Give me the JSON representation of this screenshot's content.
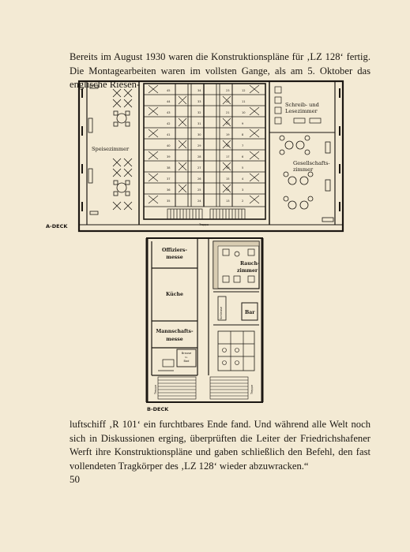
{
  "text": {
    "top_paragraph": "Bereits im August 1930 waren die Konstruktionspläne für ‚LZ 128‘ fertig. Die Montagearbeiten waren im vollsten Gange, als am 5. Oktober das englische Riesen-",
    "bottom_paragraph": "luftschiff ‚R 101‘ ein furchtbares Ende fand. Und während alle Welt noch sich in Diskussionen erging, überprüften die Leiter der Friedrichshafener Werft ihre Konstruktionspläne und gaben schließlich den Befehl, den fast vollendeten Tragkörper des ‚LZ 128‘ wieder abzuwracken.“",
    "page_number": "50"
  },
  "plan": {
    "a_deck": {
      "label": "A-DECK",
      "dining_room": "Speisezimmer",
      "writing_room_1": "Schreib- und",
      "writing_room_2": "Lesezimmer",
      "lounge_1": "Gesellschafts-",
      "lounge_2": "zimmer",
      "stairs": "Treppe",
      "cabins": {
        "col1": [
          "45",
          "44",
          "43",
          "42",
          "41",
          "40",
          "39",
          "38",
          "37",
          "36",
          "35"
        ],
        "col2": [
          "34",
          "33",
          "32",
          "31",
          "30",
          "29",
          "28",
          "27",
          "26",
          "25",
          "24"
        ],
        "col3": [
          "23",
          "22",
          "21",
          "20",
          "19",
          "18",
          "17",
          "16",
          "15",
          "14",
          "13"
        ],
        "col4": [
          "12",
          "11",
          "10",
          "9",
          "8",
          "7",
          "6",
          "5",
          "4",
          "3",
          "2"
        ]
      }
    },
    "b_deck": {
      "label": "B-DECK",
      "officers_mess_1": "Offiziers-",
      "officers_mess_2": "messe",
      "kitchen": "Küche",
      "crew_mess_1": "Mannschafts-",
      "crew_mess_2": "messe",
      "shower_1": "Brause",
      "shower_2": "u.",
      "shower_3": "Bad",
      "smoking_room_1": "Rauch-",
      "smoking_room_2": "zimmer",
      "bar": "Bar",
      "airlock": "Schleuse",
      "stairs_left": "Treppe",
      "stairs_right": "Treppe"
    }
  }
}
